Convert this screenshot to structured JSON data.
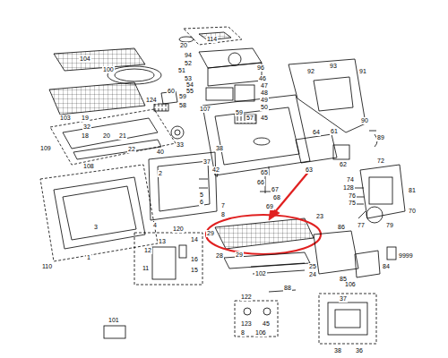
{
  "diagram": {
    "labels": [
      "114",
      "20",
      "104",
      "100",
      "94",
      "52",
      "51",
      "53",
      "54",
      "55",
      "60",
      "59",
      "124",
      "58",
      "107",
      "96",
      "46",
      "47",
      "48",
      "49",
      "50",
      "59",
      "57",
      "45",
      "93",
      "92",
      "91",
      "90",
      "89",
      "103",
      "19",
      "32",
      "18",
      "20",
      "21",
      "22",
      "33",
      "109",
      "108",
      "38",
      "37",
      "42",
      "40",
      "2",
      "65",
      "66",
      "64",
      "61",
      "63",
      "62",
      "67",
      "68",
      "69",
      "74",
      "72",
      "128",
      "76",
      "75",
      "77",
      "79",
      "81",
      "70",
      "5",
      "6",
      "7",
      "8",
      "4",
      "3",
      "1",
      "110",
      "23",
      "29",
      "28",
      "29",
      "102",
      "25",
      "24",
      "86",
      "85",
      "84",
      "9999",
      "106",
      "120",
      "13",
      "12",
      "14",
      "11",
      "16",
      "15",
      "88",
      "122",
      "123",
      "45",
      "8",
      "106",
      "101",
      "37",
      "38",
      "36"
    ]
  }
}
